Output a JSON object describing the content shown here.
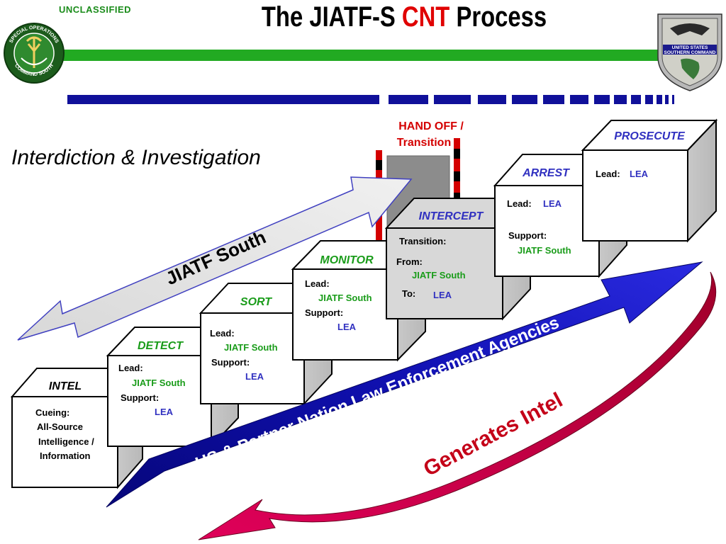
{
  "classification": "UNCLASSIFIED",
  "title": {
    "part1": "The JIATF-S ",
    "highlight": "CNT",
    "part2": " Process"
  },
  "subtitle": "Interdiction & Investigation",
  "left_seal": {
    "top_text": "SPECIAL OPERATIONS",
    "bottom_text": "COMMAND SOUTH"
  },
  "right_seal": {
    "line1": "UNITED STATES",
    "line2": "SOUTHERN COMMAND"
  },
  "handoff": {
    "line1": "HAND OFF /",
    "line2": "Transition"
  },
  "jiatf_arrow_label": "JIATF South",
  "agencies_arrow_label": "US & Partner Nation Law Enforcement Agencies",
  "intel_arrow_label": "Generates Intel",
  "colors": {
    "green": "#1a9c1a",
    "blue": "#3030c0",
    "red": "#d40000",
    "navy": "#0a0a8c",
    "crimson": "#c0003a"
  },
  "steps": {
    "intel": {
      "name": "INTEL",
      "l1": "Cueing:",
      "l2": "All-Source",
      "l3": "Intelligence /",
      "l4": "Information"
    },
    "detect": {
      "name": "DETECT",
      "lead": "Lead:",
      "lead_org": "JIATF South",
      "support": "Support:",
      "support_org": "LEA"
    },
    "sort": {
      "name": "SORT",
      "lead": "Lead:",
      "lead_org": "JIATF South",
      "support": "Support:",
      "support_org": "LEA"
    },
    "monitor": {
      "name": "MONITOR",
      "lead": "Lead:",
      "lead_org": "JIATF South",
      "support": "Support:",
      "support_org": "LEA"
    },
    "intercept": {
      "name": "INTERCEPT",
      "transition": "Transition:",
      "from": "From:",
      "from_org": "JIATF South",
      "to": "To:",
      "to_org": "LEA"
    },
    "arrest": {
      "name": "ARREST",
      "lead": "Lead:",
      "lead_org": "LEA",
      "support": "Support:",
      "support_org": "JIATF South"
    },
    "prosecute": {
      "name": "PROSECUTE",
      "lead": "Lead:",
      "lead_org": "LEA"
    }
  }
}
